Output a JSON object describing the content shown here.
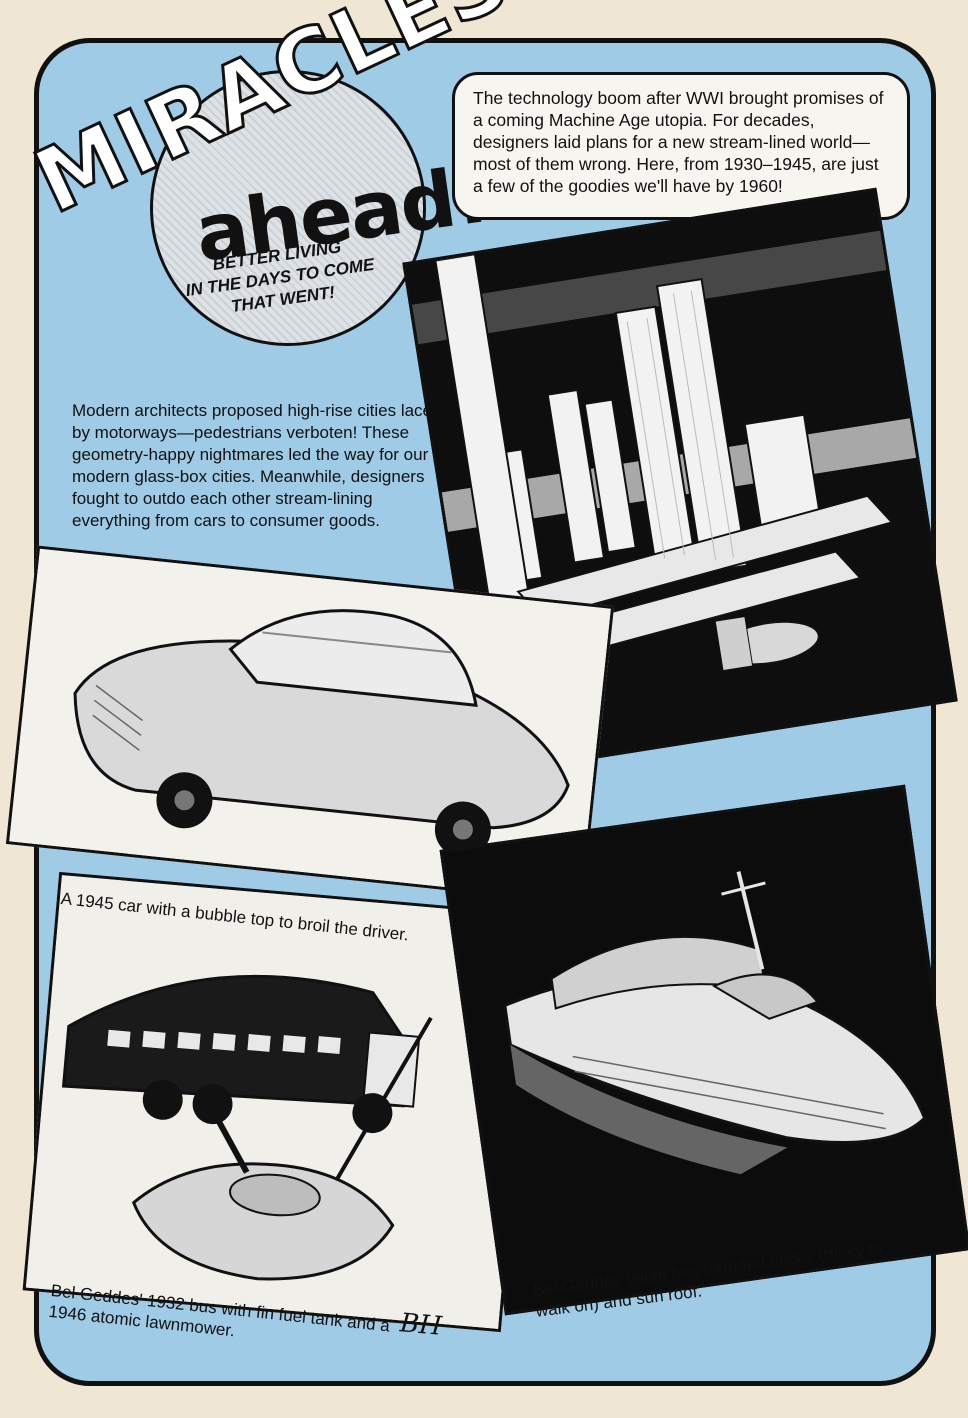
{
  "title": {
    "word_main": "MIRACLES!",
    "word_sub": "ahead!",
    "subtitle_lines": [
      "BETTER LIVING",
      "IN THE DAYS TO COME",
      "THAT WENT!"
    ]
  },
  "intro": {
    "text": "The technology boom after WWI brought promises of a coming Machine Age utopia. For decades, designers laid plans for a new stream-lined world—most of them wrong. Here, from 1930–1945, are just a few of the goodies we'll have by 1960!"
  },
  "architecture": {
    "text": "Modern architects proposed high-rise cities laced by motorways—pedestrians verboten! These geometry-happy nightmares led the way for our modern glass-box cities. Meanwhile, designers fought to outdo each other stream-lining everything from cars to consumer goods."
  },
  "captions": {
    "car": "A 1945 car with a bubble top to broil the driver.",
    "bus_line1": "Bel Geddes' 1932 bus with fin fuel tank and a",
    "bus_line2": "1946 atomic lawnmower.",
    "yacht_line1": "Bel Geddes yacht has rounded decks (tricky to",
    "yacht_line2": "walk on) and sun roof."
  },
  "signature": "BH",
  "colors": {
    "page": "#efe6d3",
    "frame_fill": "#9fcbe6",
    "ink": "#111111",
    "bubble": "#dde2e7"
  }
}
